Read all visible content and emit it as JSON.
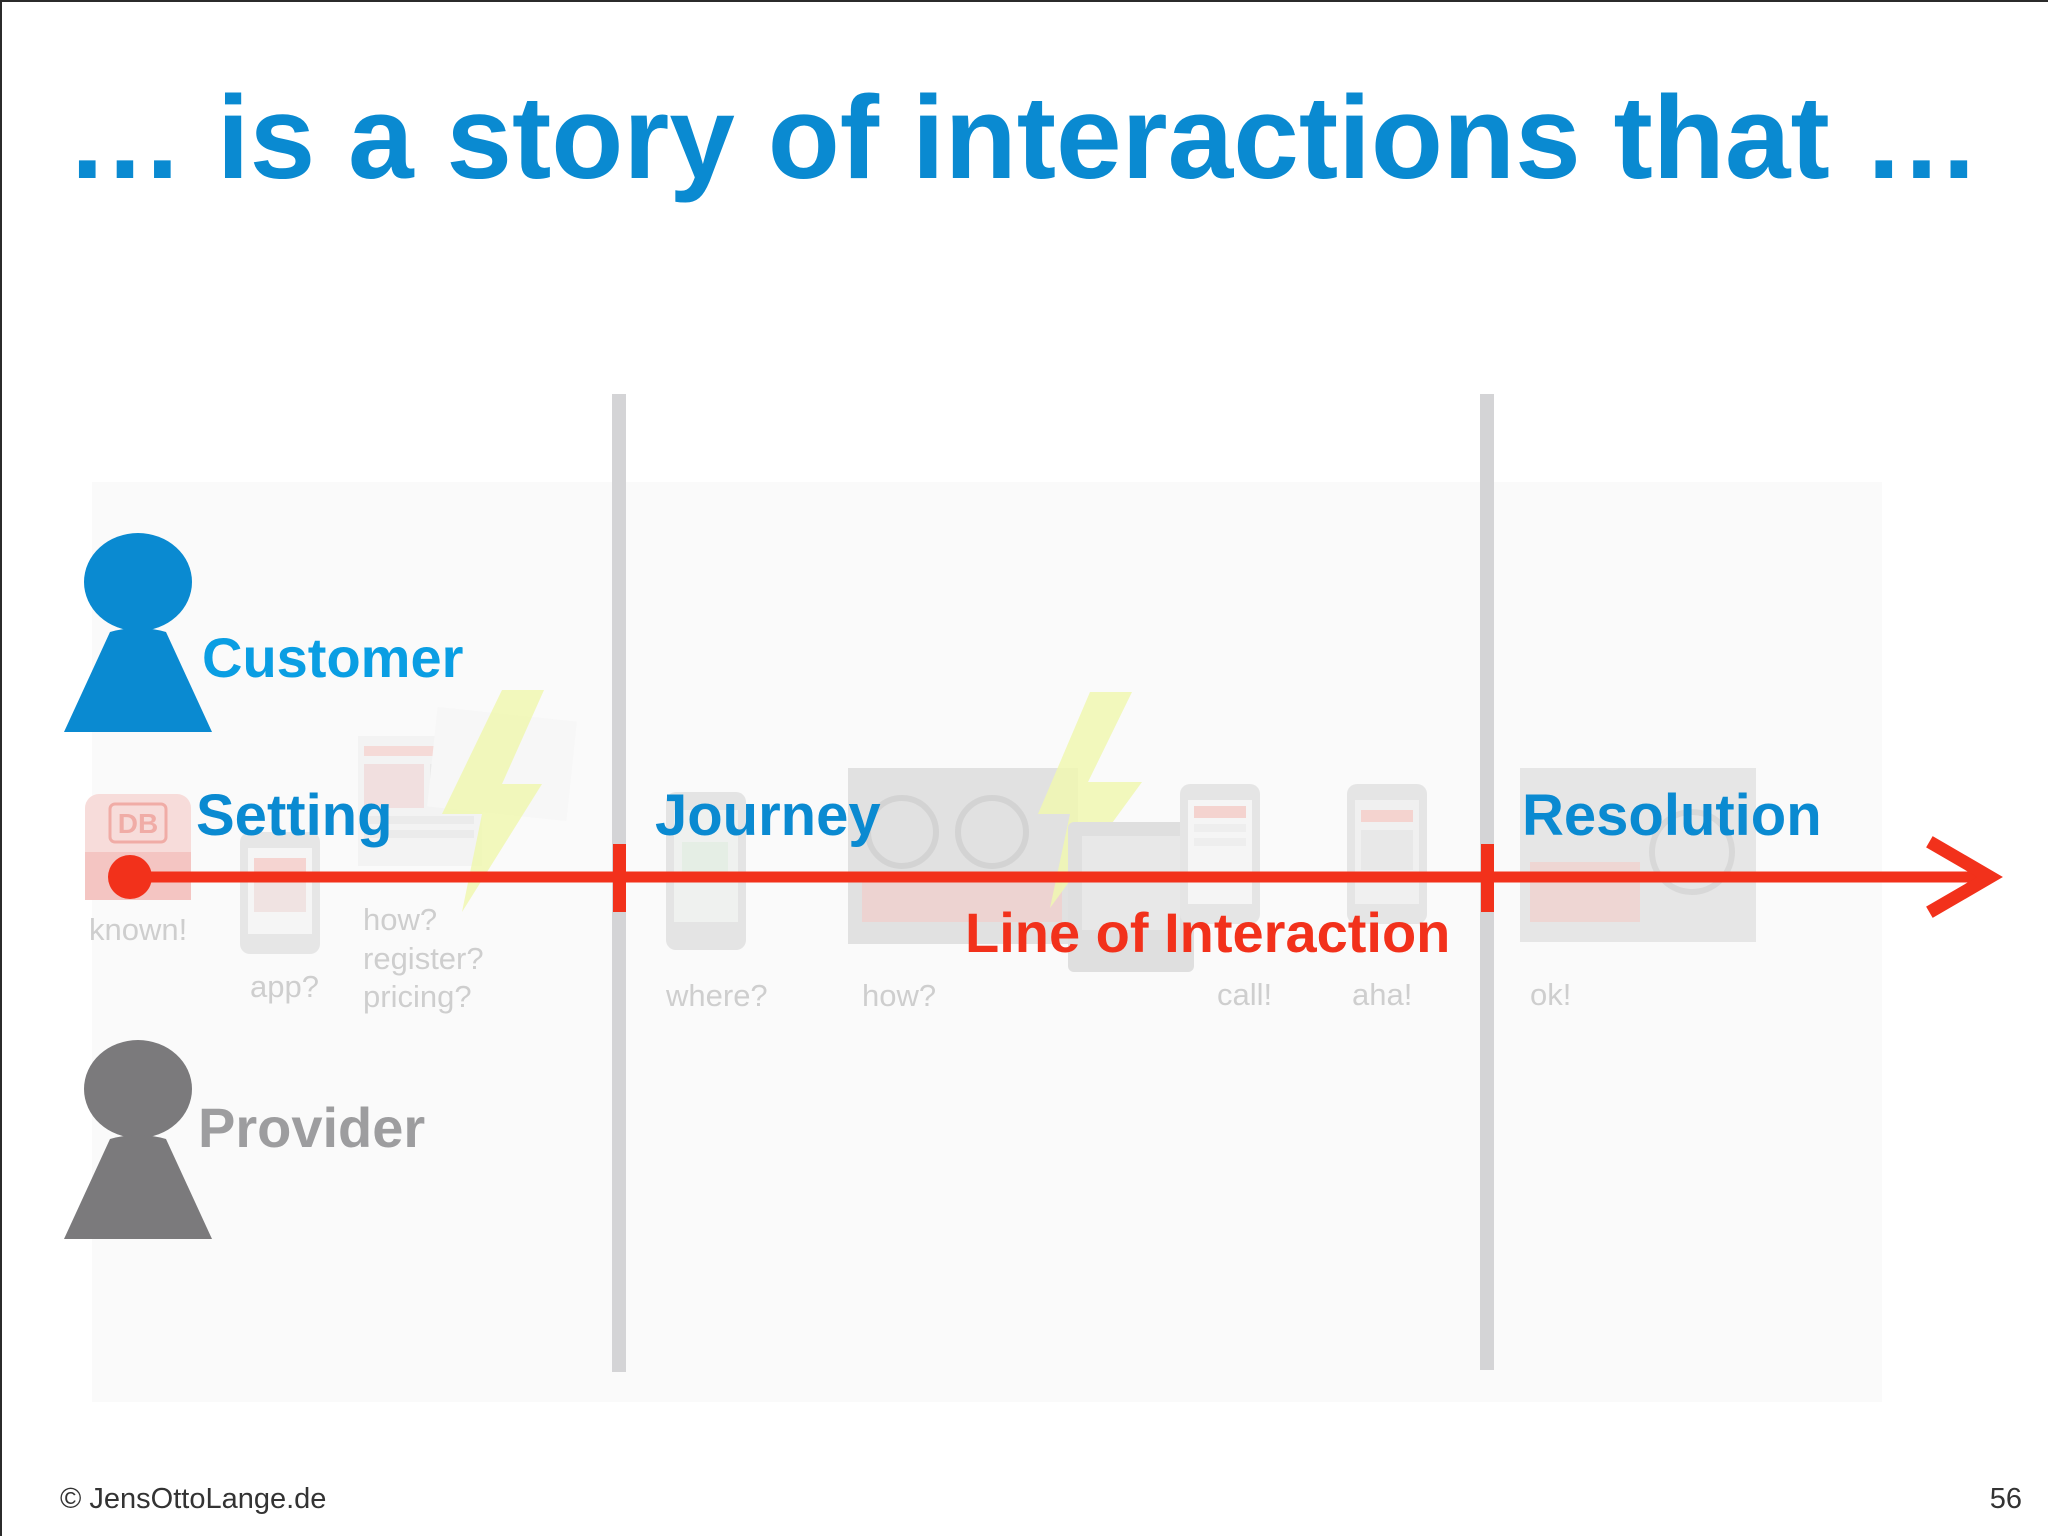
{
  "slide": {
    "title": "… is a story of interactions that …",
    "footer_copyright": "© JensOttoLange.de",
    "page_number": "56"
  },
  "actors": {
    "customer": {
      "label": "Customer",
      "color": "#0a8ad1"
    },
    "provider": {
      "label": "Provider",
      "color": "#7b7a7c"
    }
  },
  "phases": [
    {
      "label": "Setting"
    },
    {
      "label": "Journey"
    },
    {
      "label": "Resolution"
    }
  ],
  "line_of_interaction": {
    "label": "Line of Interaction",
    "color": "#f2311b"
  },
  "faded_touchpoints": {
    "known": "known!",
    "app": "app?",
    "how_register_pricing": [
      "how?",
      "register?",
      "pricing?"
    ],
    "where": "where?",
    "how": "how?",
    "call": "call!",
    "aha": "aha!",
    "ok": "ok!"
  },
  "logo_text": "DB",
  "colors": {
    "accent_blue": "#0a8ad1",
    "line_red": "#f2311b",
    "separator_gray": "#d4d4d6",
    "lightning_yellow": "#eef7a8"
  }
}
